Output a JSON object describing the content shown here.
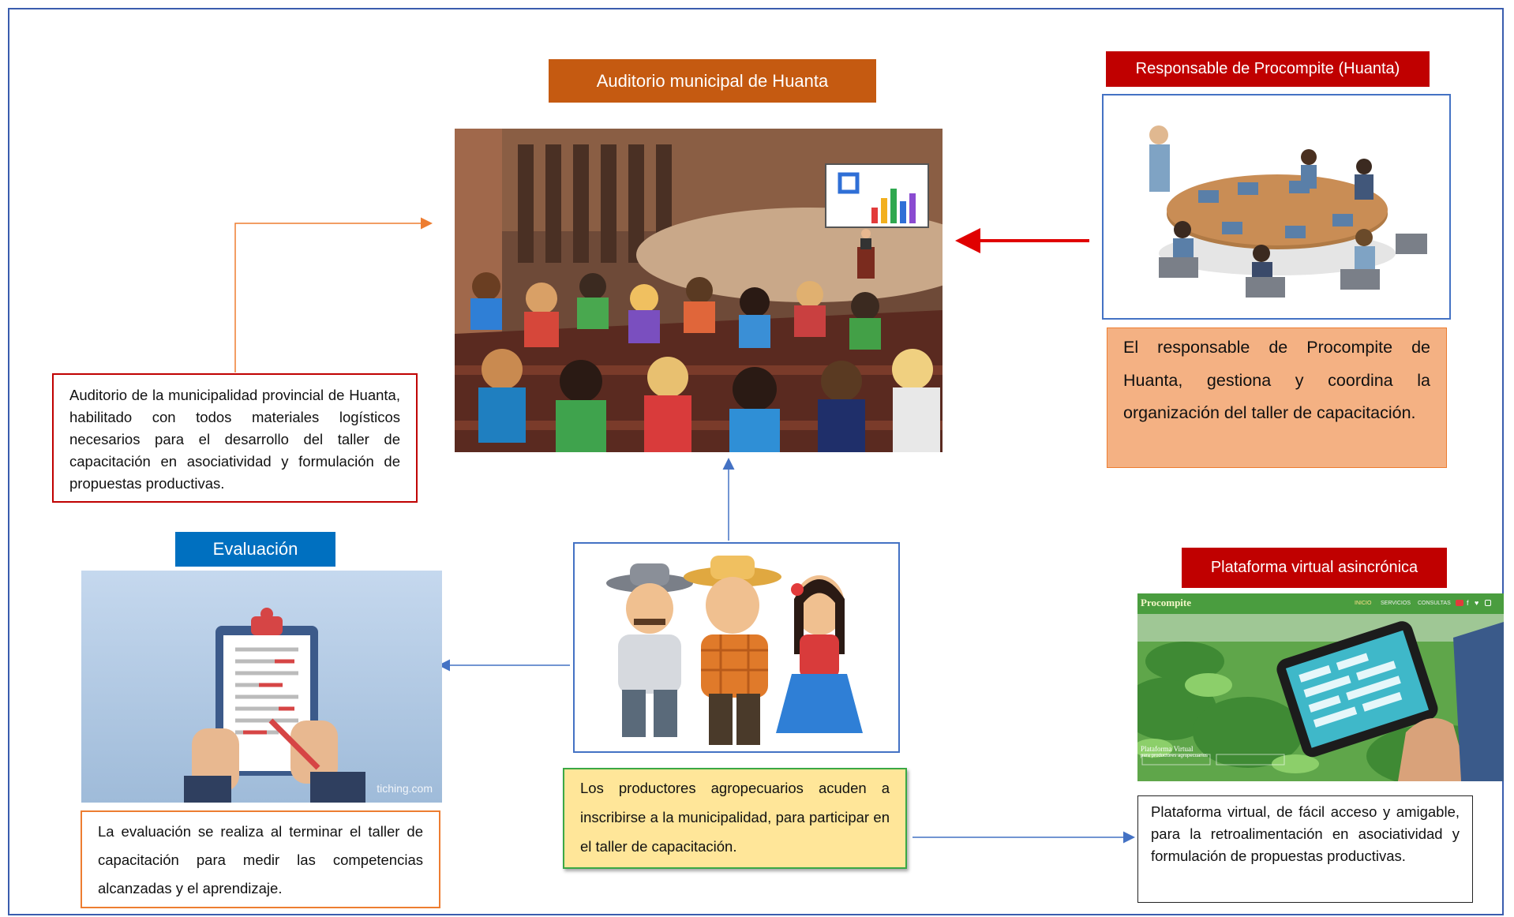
{
  "titles": {
    "auditorium": "Auditorio municipal de Huanta",
    "responsible": "Responsable de Procompite (Huanta)",
    "evaluation": "Evaluación",
    "platform": "Plataforma virtual asincrónica"
  },
  "descriptions": {
    "auditorium": "Auditorio de la municipalidad provincial de Huanta, habilitado con todos materiales logísticos necesarios para el desarrollo del taller de capacitación en asociatividad y formulación de propuestas productivas.",
    "responsible": "El responsable de Procompite de Huanta, gestiona y coordina la organización del taller de capacitación.",
    "producers": "Los productores agropecuarios acuden a inscribirse a la municipalidad, para participar en el taller de capacitación.",
    "evaluation": "La evaluación se realiza al terminar el taller de capacitación para medir las competencias alcanzadas y el aprendizaje.",
    "platform": "Plataforma virtual, de fácil acceso y amigable, para la retroalimentación en asociatividad y formulación de propuestas productivas."
  },
  "platform_screen": {
    "brand": "Procompite",
    "nav": [
      "INICIO",
      "SERVICIOS",
      "CONSULTAS"
    ],
    "hero_title": "Plataforma Virtual",
    "hero_subtitle": "para productores agropecuarios"
  },
  "watermark": "tiching.com",
  "colors": {
    "frame": "#3a5dae",
    "orange_title": "#c55a11",
    "red_title": "#c00000",
    "blue_title": "#0070c0",
    "salmon_box": "#f4b183",
    "yellow_box": "#ffe699",
    "green_border": "#3aa845"
  }
}
